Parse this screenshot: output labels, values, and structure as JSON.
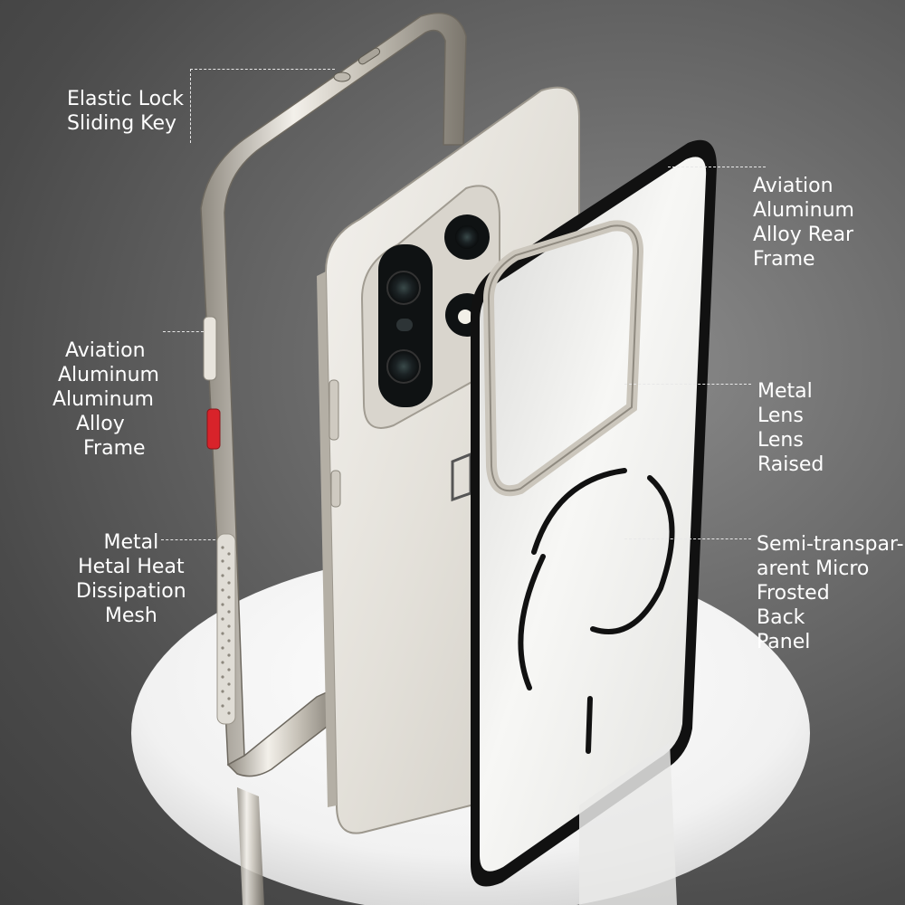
{
  "callouts": {
    "elastic_lock": [
      "Elastic Lock",
      "Sliding Key"
    ],
    "rear_frame": [
      "Aviation",
      "Aluminum",
      "Alloy Rear",
      "Frame"
    ],
    "alloy_frame": [
      "Aviation",
      "Aluminum",
      "Aluminum",
      "Alloy",
      "Frame"
    ],
    "lens_raised": [
      "Metal",
      "Lens",
      "Lens",
      "Raised"
    ],
    "heat_mesh": [
      "Metal",
      "Hetal Heat",
      "Dissipation",
      "Mesh"
    ],
    "back_panel": [
      "Semi-transpar-",
      "arent Micro",
      "Frosted",
      "Back",
      "Panel"
    ]
  },
  "colors": {
    "background": "#5a5a5a",
    "frame_metal": "#d6d2c9",
    "phone_body": "#e9e6e0",
    "ring_black": "#111111",
    "red_button": "#d8232a",
    "pedestal": "#f4f4f4"
  }
}
